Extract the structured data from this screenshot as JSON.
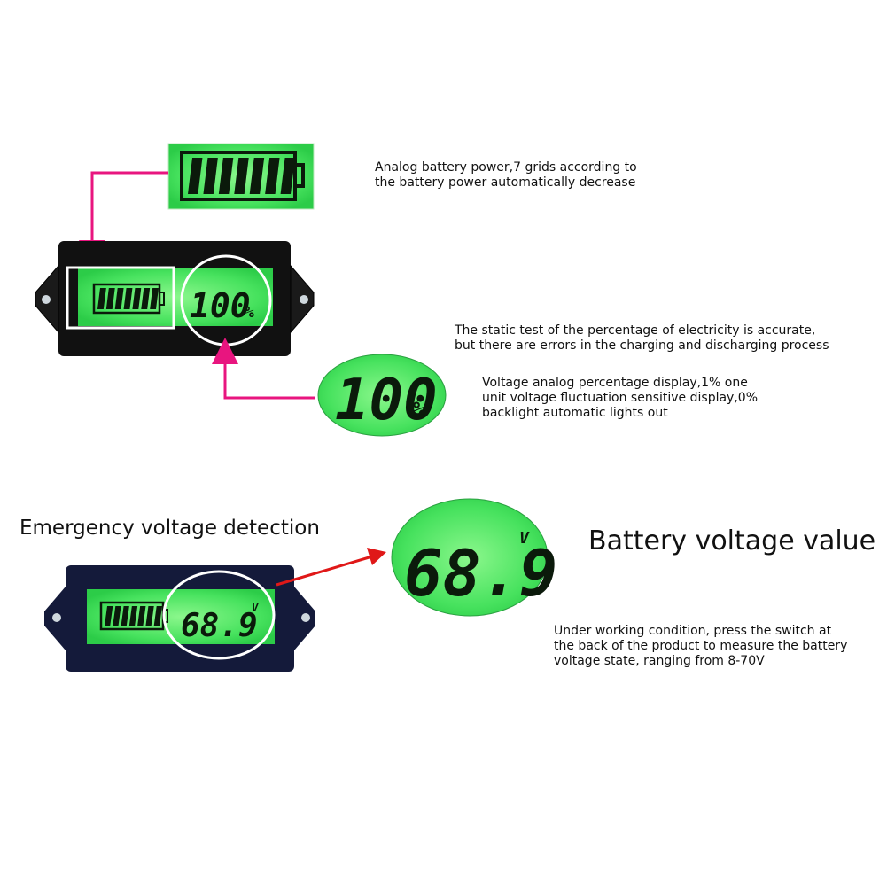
{
  "annotations": {
    "battery_grid": [
      "Analog battery power,7 grids according to",
      "the battery power automatically decrease"
    ],
    "static_test": [
      "The static test of the percentage of electricity is accurate,",
      "but there are errors in the charging and discharging process"
    ],
    "percentage_display": [
      "Voltage analog percentage display,1% one",
      "unit voltage fluctuation sensitive display,0%",
      "backlight automatic lights out"
    ],
    "emergency_title": "Emergency voltage detection",
    "battery_voltage_title": "Battery voltage value",
    "working_condition": [
      "Under working condition, press the switch at",
      "the back of the product to measure the battery",
      "voltage state, ranging from 8-70V"
    ]
  },
  "displays": {
    "percent_reading": "100",
    "percent_unit": "%",
    "voltage_reading": "68.9",
    "voltage_unit": "V",
    "battery_grids_total": 7,
    "battery_grids_lit": 7
  },
  "colors": {
    "lcd_green": "#3fe05a",
    "lcd_green_light": "#7cf57e",
    "pointer_magenta": "#e8157f",
    "pointer_red": "#e01818",
    "module_black": "#111111",
    "module_navy": "#141a3a"
  }
}
